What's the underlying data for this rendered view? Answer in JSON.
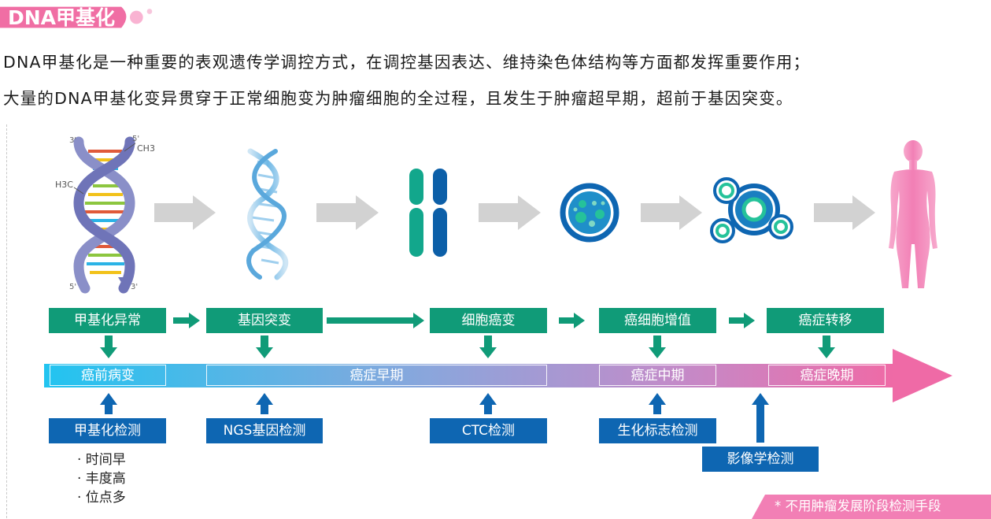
{
  "title": "DNA甲基化",
  "intro": [
    "DNA甲基化是一种重要的表观遗传学调控方式，在调控基因表达、维持染色体结构等方面都发挥重要作用；",
    "大量的DNA甲基化变异贯穿于正常细胞变为肿瘤细胞的全过程，且发生于肿瘤超早期，超前于基因突变。"
  ],
  "dna_labels": {
    "top_left": "3'",
    "top_right": "5'",
    "bottom_left": "5'",
    "bottom_right": "3'",
    "ch3": "CH3",
    "h3c": "H3C"
  },
  "process_steps": [
    "甲基化异常",
    "基因突变",
    "细胞癌变",
    "癌细胞增值",
    "癌症转移"
  ],
  "stages": [
    "癌前病变",
    "癌症早期",
    "癌症中期",
    "癌症晚期"
  ],
  "detection_methods": [
    "甲基化检测",
    "NGS基因检测",
    "CTC检测",
    "生化标志检测",
    "影像学检测"
  ],
  "methylation_features": [
    "· 时间早",
    "· 丰度高",
    "· 位点多"
  ],
  "footnote": "* 不用肿瘤发展阶段检测手段",
  "colors": {
    "title_pink": "#f06ea4",
    "step_green": "#109b78",
    "method_blue": "#0e66b2",
    "timeline_start": "#22c4f0",
    "timeline_end": "#ef6aa6",
    "gray_arrow": "#cfcfcf",
    "body_pink": "#f58fbf"
  },
  "icons": [
    "dna-double-helix-icon",
    "dna-helix-icon",
    "chromosome-icon",
    "cancer-cell-icon",
    "cell-cluster-icon",
    "human-body-icon"
  ]
}
